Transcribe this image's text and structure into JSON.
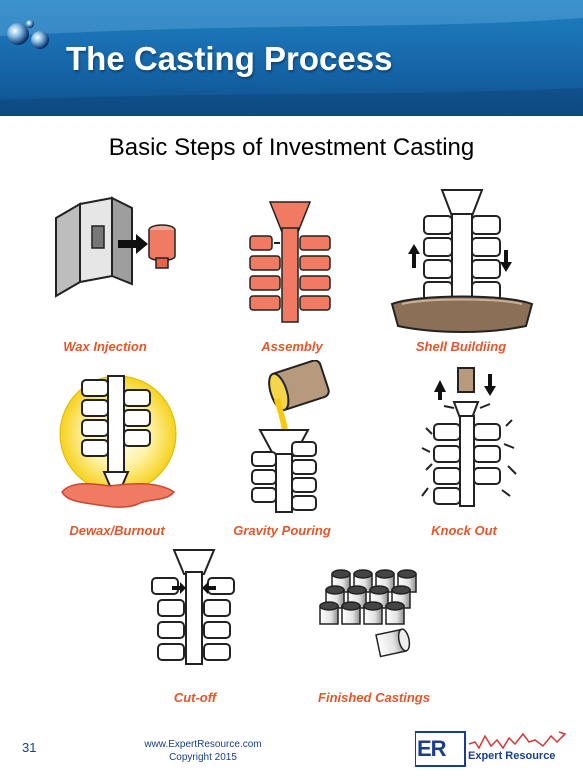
{
  "header": {
    "title": "The Casting Process"
  },
  "subtitle": "Basic Steps of Investment Casting",
  "steps": [
    {
      "label": "Wax Injection"
    },
    {
      "label": "Assembly"
    },
    {
      "label": "Shell Buildiing"
    },
    {
      "label": "Dewax/Burnout"
    },
    {
      "label": "Gravity Pouring"
    },
    {
      "label": "Knock Out"
    },
    {
      "label": "Cut-off"
    },
    {
      "label": "Finished Castings"
    }
  ],
  "footer": {
    "slide_number": "31",
    "website": "www.ExpertResource.com",
    "copyright": "Copyright 2015",
    "logo_initials": "ER",
    "logo_name": "Expert Resource"
  },
  "colors": {
    "banner": "#1565a8",
    "caption": "#e2572c",
    "wax": "#f07a62",
    "footer_text": "#1a3e8c"
  }
}
